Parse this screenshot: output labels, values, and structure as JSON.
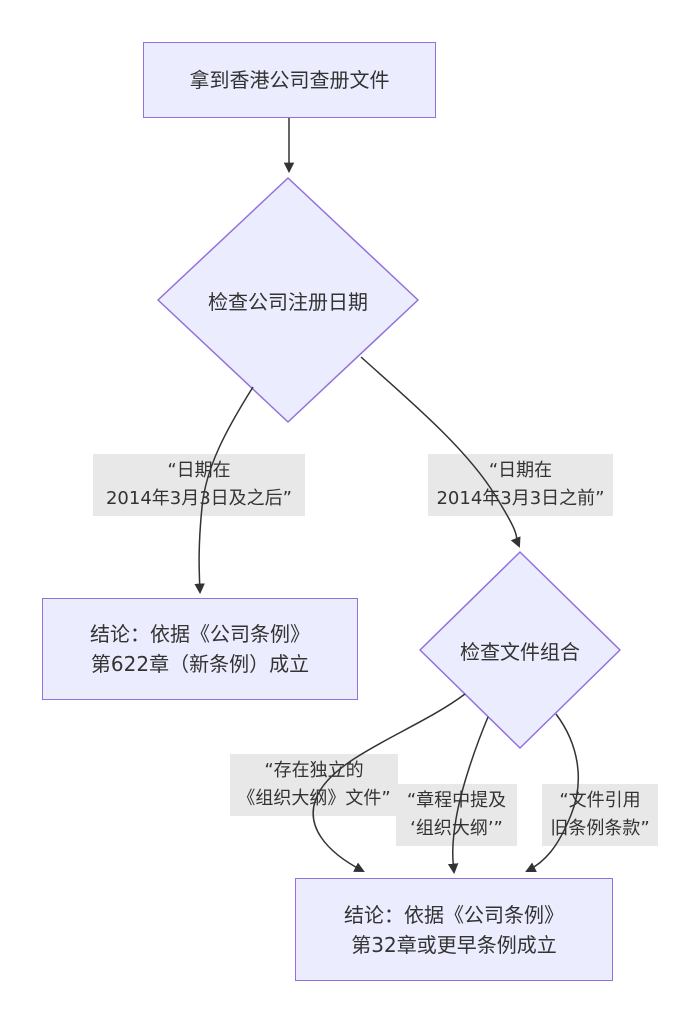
{
  "diagram": {
    "type": "flowchart",
    "colors": {
      "node_fill": "#ECECFF",
      "node_border": "#9370DB",
      "edge_label_bg": "#e8e8e8",
      "line": "#333333",
      "text": "#333333",
      "background": "#ffffff"
    },
    "nodes": {
      "start": {
        "label": "拿到香港公司查册文件"
      },
      "check_date": {
        "label": "检查公司注册日期"
      },
      "conclusion_new": {
        "line1": "结论：依据《公司条例》",
        "line2": "第622章（新条例）成立"
      },
      "check_docs": {
        "label": "检查文件组合"
      },
      "conclusion_old": {
        "line1": "结论：依据《公司条例》",
        "line2": "第32章或更早条例成立"
      }
    },
    "edge_labels": {
      "date_after": {
        "line1": "“日期在",
        "line2": "2014年3月3日及之后”"
      },
      "date_before": {
        "line1": "“日期在",
        "line2": "2014年3月3日之前”"
      },
      "separate_memorandum": {
        "line1": "“存在独立的",
        "line2": "《组织大纲》文件”"
      },
      "articles_mention": {
        "line1": "“章程中提及",
        "line2": "‘组织大纲’”"
      },
      "old_ordinance_refs": {
        "line1": "“文件引用",
        "line2": "旧条例条款”"
      }
    }
  }
}
